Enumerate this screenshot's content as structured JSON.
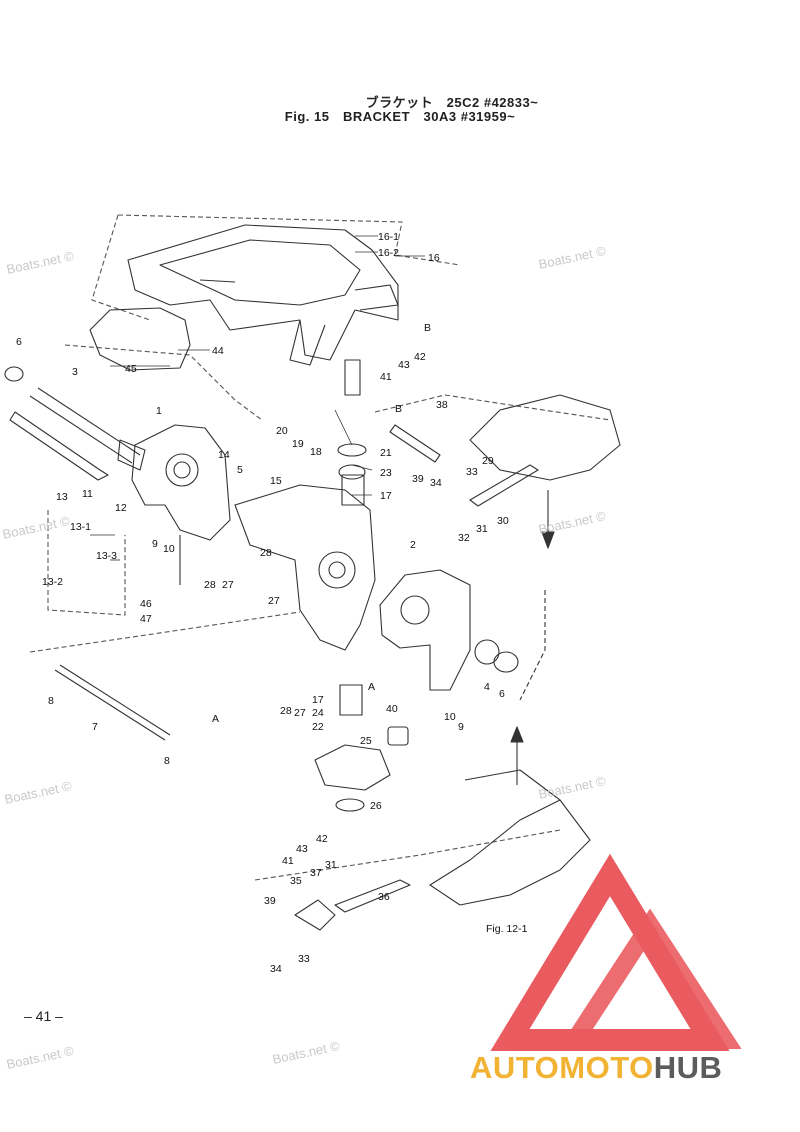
{
  "header": {
    "title_jp": "ブラケット　25C2 #42833~",
    "title_en": "Fig. 15　BRACKET　30A3 #31959~"
  },
  "watermark_text": "Boats.net ©",
  "page_number": "– 41 –",
  "figure_ref": "Fig. 12-1",
  "logo": {
    "text_a": "AUTOMOTO",
    "text_b": "HUB",
    "color_red": "#e8454a",
    "color_yellow": "#f2b233",
    "color_gray": "#5c5c5c"
  },
  "part_labels": [
    "16-1",
    "16-2",
    "16",
    "B",
    "42",
    "43",
    "41",
    "44",
    "45",
    "6",
    "3",
    "1",
    "11",
    "12",
    "14",
    "5",
    "15",
    "20",
    "19",
    "18",
    "21",
    "23",
    "17",
    "13",
    "13-1",
    "13-3",
    "13-2",
    "9",
    "10",
    "28",
    "27",
    "28",
    "27",
    "2",
    "46",
    "47",
    "38",
    "B",
    "29",
    "33",
    "39",
    "34",
    "30",
    "31",
    "32",
    "4",
    "6",
    "A",
    "8",
    "7",
    "A",
    "8",
    "10",
    "9",
    "17",
    "24",
    "22",
    "28",
    "27",
    "40",
    "25",
    "26",
    "42",
    "43",
    "41",
    "35",
    "37",
    "31",
    "36",
    "39",
    "33",
    "34"
  ]
}
